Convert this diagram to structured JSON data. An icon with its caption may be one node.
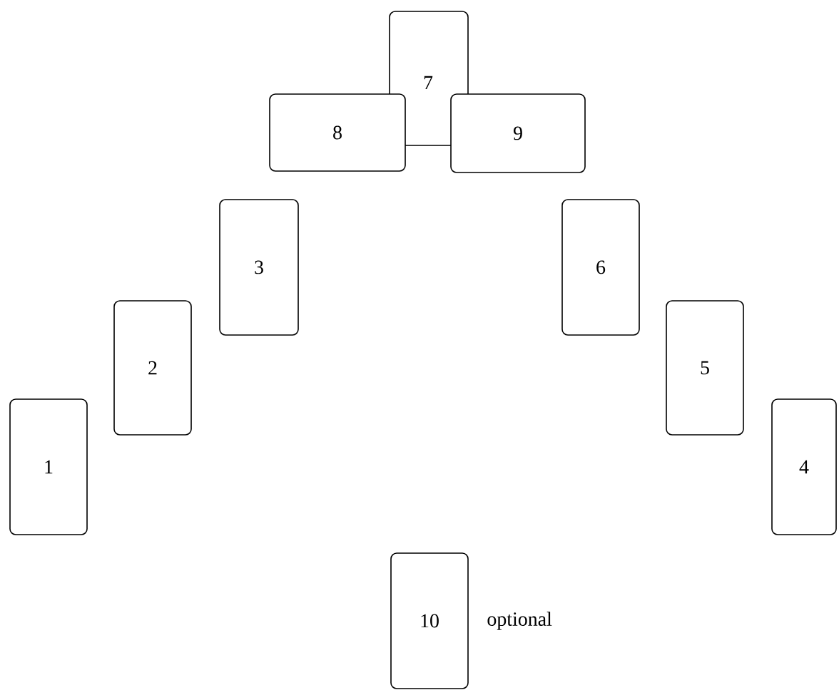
{
  "diagram": {
    "nodes": [
      {
        "text": [
          "1"
        ]
      },
      {
        "text": [
          "2"
        ]
      },
      {
        "text": [
          "3"
        ]
      },
      {
        "text": [
          "4"
        ]
      },
      {
        "text": [
          "5"
        ]
      },
      {
        "text": [
          "6"
        ]
      },
      {
        "text": [
          "7"
        ]
      },
      {
        "text": [
          "8"
        ]
      },
      {
        "text": [
          "9"
        ]
      },
      {
        "text": [
          "10"
        ],
        "beside": [
          "optional"
        ]
      }
    ]
  }
}
